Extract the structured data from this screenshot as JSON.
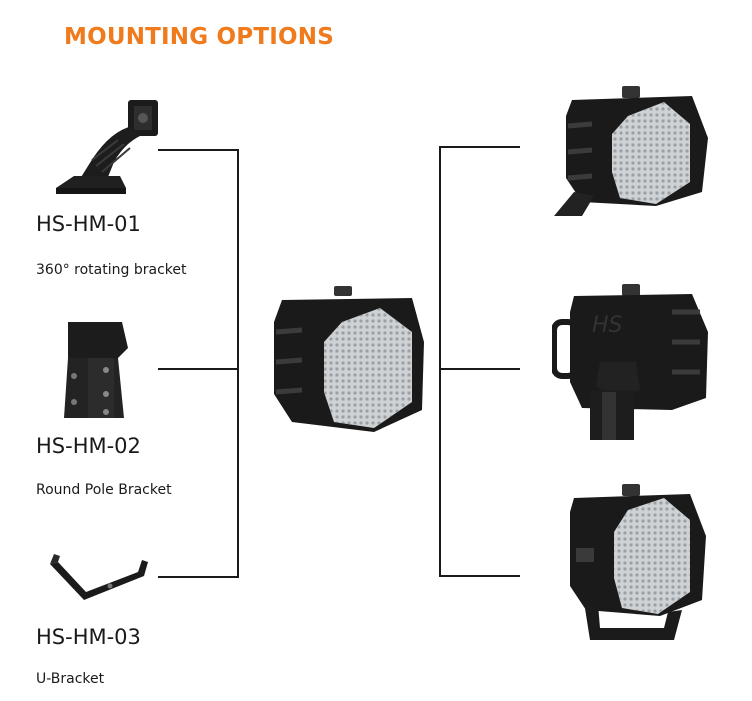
{
  "header": {
    "title": "MOUNTING OPTIONS"
  },
  "brackets": [
    {
      "code": "HS-HM-01",
      "description": "360° rotating bracket"
    },
    {
      "code": "HS-HM-02",
      "description": "Round Pole Bracket"
    },
    {
      "code": "HS-HM-03",
      "description": "U-Bracket"
    }
  ],
  "fixture_logo": "HS",
  "colors": {
    "accent": "#f07b1c",
    "lines": "#1a1a1a",
    "body": "#1b1b1b"
  }
}
